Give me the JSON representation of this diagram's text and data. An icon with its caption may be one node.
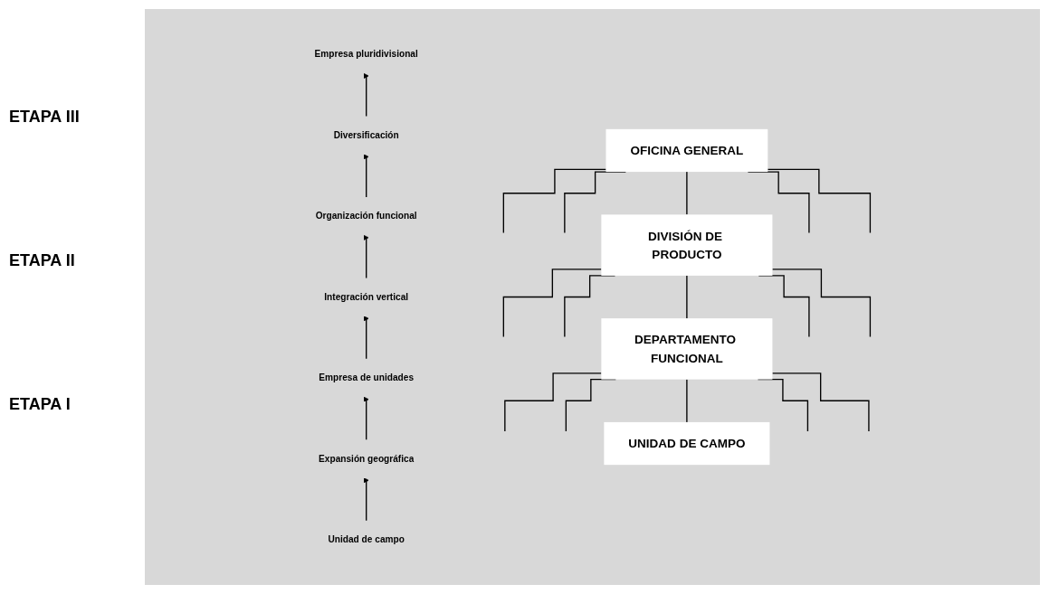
{
  "diagram": {
    "nodes": [
      {
        "text": [
          "OFICINA GENERAL"
        ]
      },
      {
        "text": [
          "DIVISIÓN DE PRODUCTO"
        ]
      },
      {
        "text": [
          "DEPARTAMENTO FUNCIONAL"
        ]
      },
      {
        "text": [
          "UNIDAD DE CAMPO"
        ]
      },
      {
        "text": [
          "Empresa pluridivisional"
        ]
      },
      {
        "text": [
          "Diversificación"
        ]
      },
      {
        "text": [
          "Organización funcional"
        ]
      },
      {
        "text": [
          "Integración vertical"
        ]
      },
      {
        "text": [
          "Empresa de unidades"
        ]
      },
      {
        "text": [
          "Expansión geográfica"
        ]
      },
      {
        "text": [
          "Unidad de campo"
        ]
      }
    ],
    "edges": [
      {
        "from": 0,
        "to": null,
        "arrow": "none"
      },
      {
        "from": 0,
        "to": null,
        "arrow": "none"
      },
      {
        "from": 0,
        "to": 1,
        "arrow": "none"
      },
      {
        "from": 0,
        "to": null,
        "arrow": "none"
      },
      {
        "from": 0,
        "to": null,
        "arrow": "none"
      },
      {
        "from": 1,
        "to": null,
        "arrow": "none"
      },
      {
        "from": 1,
        "to": null,
        "arrow": "none"
      },
      {
        "from": 1,
        "to": 2,
        "arrow": "none"
      },
      {
        "from": 1,
        "to": null,
        "arrow": "none"
      },
      {
        "from": 1,
        "to": null,
        "arrow": "none"
      },
      {
        "from": 2,
        "to": null,
        "arrow": "none"
      },
      {
        "from": 2,
        "to": null,
        "arrow": "none"
      },
      {
        "from": 2,
        "to": 3,
        "arrow": "none"
      },
      {
        "from": 2,
        "to": null,
        "arrow": "none"
      },
      {
        "from": 2,
        "to": null,
        "arrow": "none"
      },
      {
        "from": 10,
        "to": 9,
        "arrow": "to"
      },
      {
        "from": 9,
        "to": 8,
        "arrow": "to"
      },
      {
        "from": 8,
        "to": 7,
        "arrow": "to"
      },
      {
        "from": 7,
        "to": 6,
        "arrow": "to"
      },
      {
        "from": 6,
        "to": 5,
        "arrow": "to"
      },
      {
        "from": 5,
        "to": 4,
        "arrow": "to"
      }
    ],
    "labels": [
      "ETAPA III",
      "ETAPA II",
      "ETAPA I"
    ]
  }
}
